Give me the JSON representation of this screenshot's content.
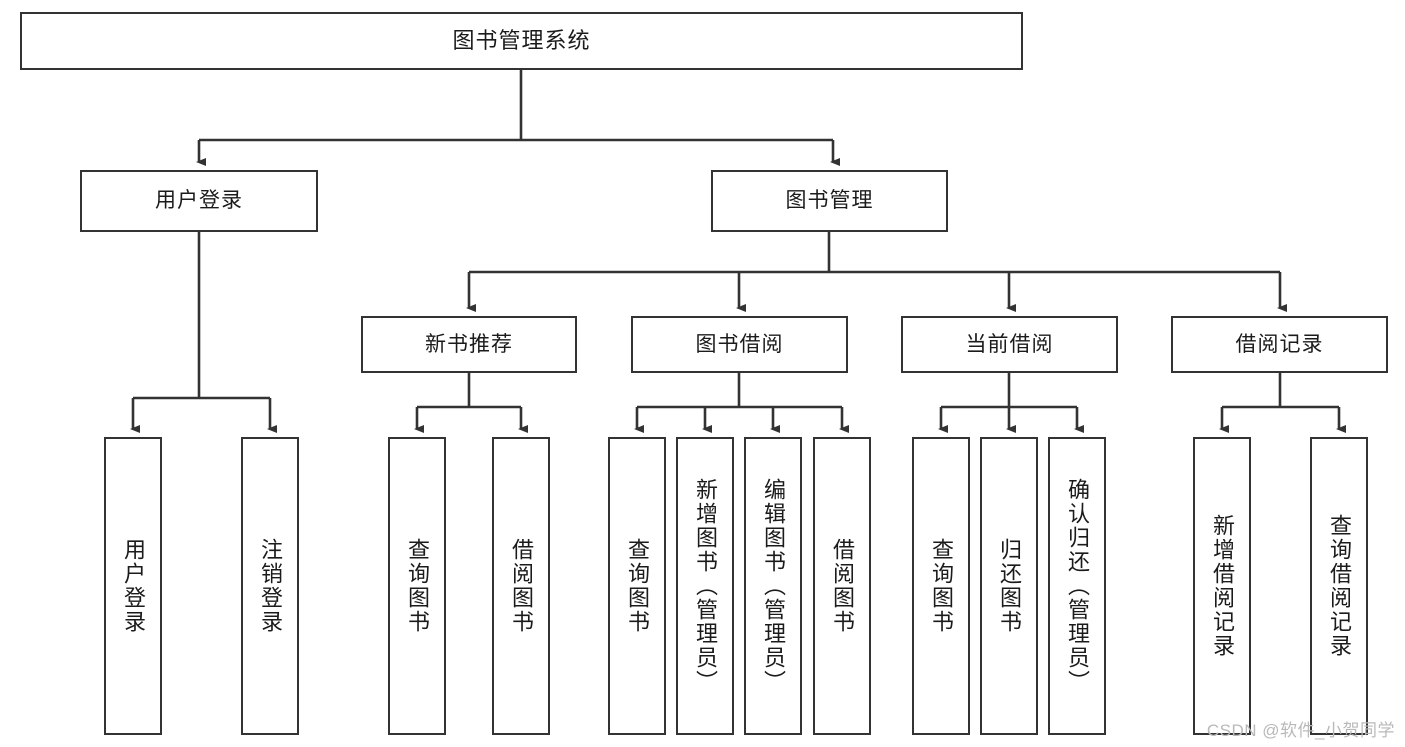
{
  "diagram": {
    "title": "图书管理系统",
    "type": "tree-hierarchy",
    "colors": {
      "box_border": "#333333",
      "box_fill": "#ffffff",
      "connector": "#333333",
      "text": "#1b1b1b",
      "watermark": "#b9b9b9"
    },
    "root": {
      "label": "图书管理系统"
    },
    "level2": [
      {
        "label": "用户登录"
      },
      {
        "label": "图书管理"
      }
    ],
    "level3": [
      {
        "label": "新书推荐"
      },
      {
        "label": "图书借阅"
      },
      {
        "label": "当前借阅"
      },
      {
        "label": "借阅记录"
      }
    ],
    "leaves": {
      "user_login": [
        {
          "label": "用户登录"
        },
        {
          "label": "注销登录"
        }
      ],
      "new_book_recommend": [
        {
          "label": "查询图书"
        },
        {
          "label": "借阅图书"
        }
      ],
      "book_borrow": [
        {
          "label": "查询图书"
        },
        {
          "label": "新增图书（管理员）"
        },
        {
          "label": "编辑图书（管理员）"
        },
        {
          "label": "借阅图书"
        }
      ],
      "current_borrow": [
        {
          "label": "查询图书"
        },
        {
          "label": "归还图书"
        },
        {
          "label": "确认归还（管理员）"
        }
      ],
      "borrow_record": [
        {
          "label": "新增借阅记录"
        },
        {
          "label": "查询借阅记录"
        }
      ]
    }
  },
  "watermark": {
    "text": "CSDN @软件_小贺同学"
  }
}
